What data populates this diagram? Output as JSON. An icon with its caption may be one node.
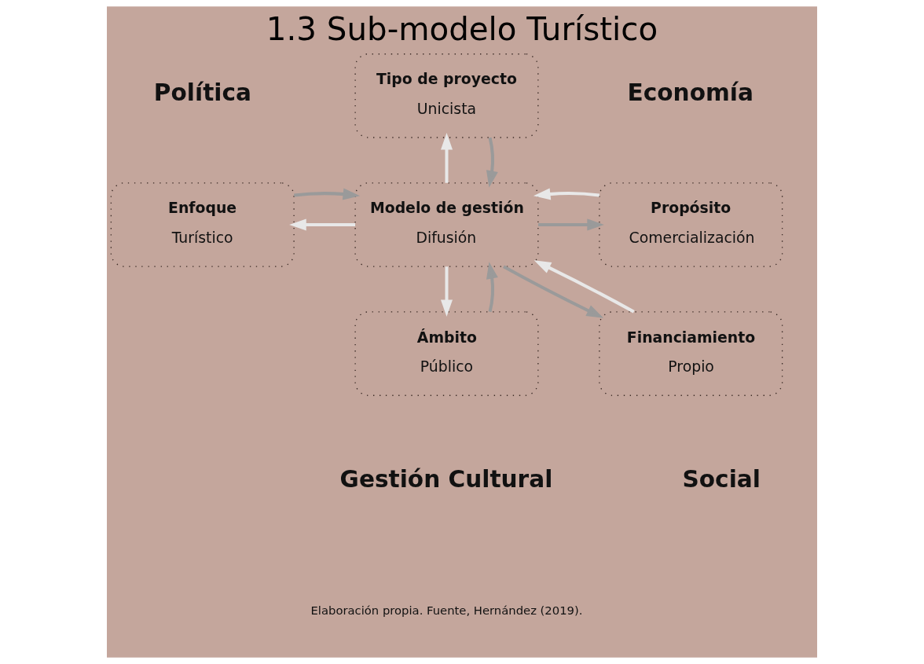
{
  "diagram": {
    "title": "1.3 Sub-modelo Turístico",
    "caption": "Elaboración propia. Fuente, Hernández (2019).",
    "nodes": [
      {
        "text": [
          "Tipo de proyecto",
          "Unicista"
        ]
      },
      {
        "text": [
          "Enfoque",
          "Turístico"
        ]
      },
      {
        "text": [
          "Modelo de gestión",
          "Difusión"
        ]
      },
      {
        "text": [
          "Propósito",
          "Comercialización"
        ]
      },
      {
        "text": [
          "Ámbito",
          "Público"
        ]
      },
      {
        "text": [
          "Financiamiento",
          "Propio"
        ]
      }
    ],
    "edges": [
      {
        "from": 2,
        "to": 0,
        "arrow": "to",
        "color": "#e8e8e8"
      },
      {
        "from": 0,
        "to": 2,
        "arrow": "to",
        "color": "#9a9a9a"
      },
      {
        "from": 2,
        "to": 1,
        "arrow": "to",
        "color": "#e8e8e8"
      },
      {
        "from": 1,
        "to": 2,
        "arrow": "to",
        "color": "#9a9a9a"
      },
      {
        "from": 2,
        "to": 3,
        "arrow": "to",
        "color": "#9a9a9a"
      },
      {
        "from": 3,
        "to": 2,
        "arrow": "to",
        "color": "#e8e8e8"
      },
      {
        "from": 2,
        "to": 4,
        "arrow": "to",
        "color": "#e8e8e8"
      },
      {
        "from": 4,
        "to": 2,
        "arrow": "to",
        "color": "#9a9a9a"
      },
      {
        "from": 5,
        "to": 2,
        "arrow": "to",
        "color": "#e8e8e8"
      },
      {
        "from": 2,
        "to": 5,
        "arrow": "to",
        "color": "#9a9a9a"
      }
    ],
    "labels": [
      "Política",
      "Economía",
      "Gestión Cultural",
      "Social"
    ]
  }
}
